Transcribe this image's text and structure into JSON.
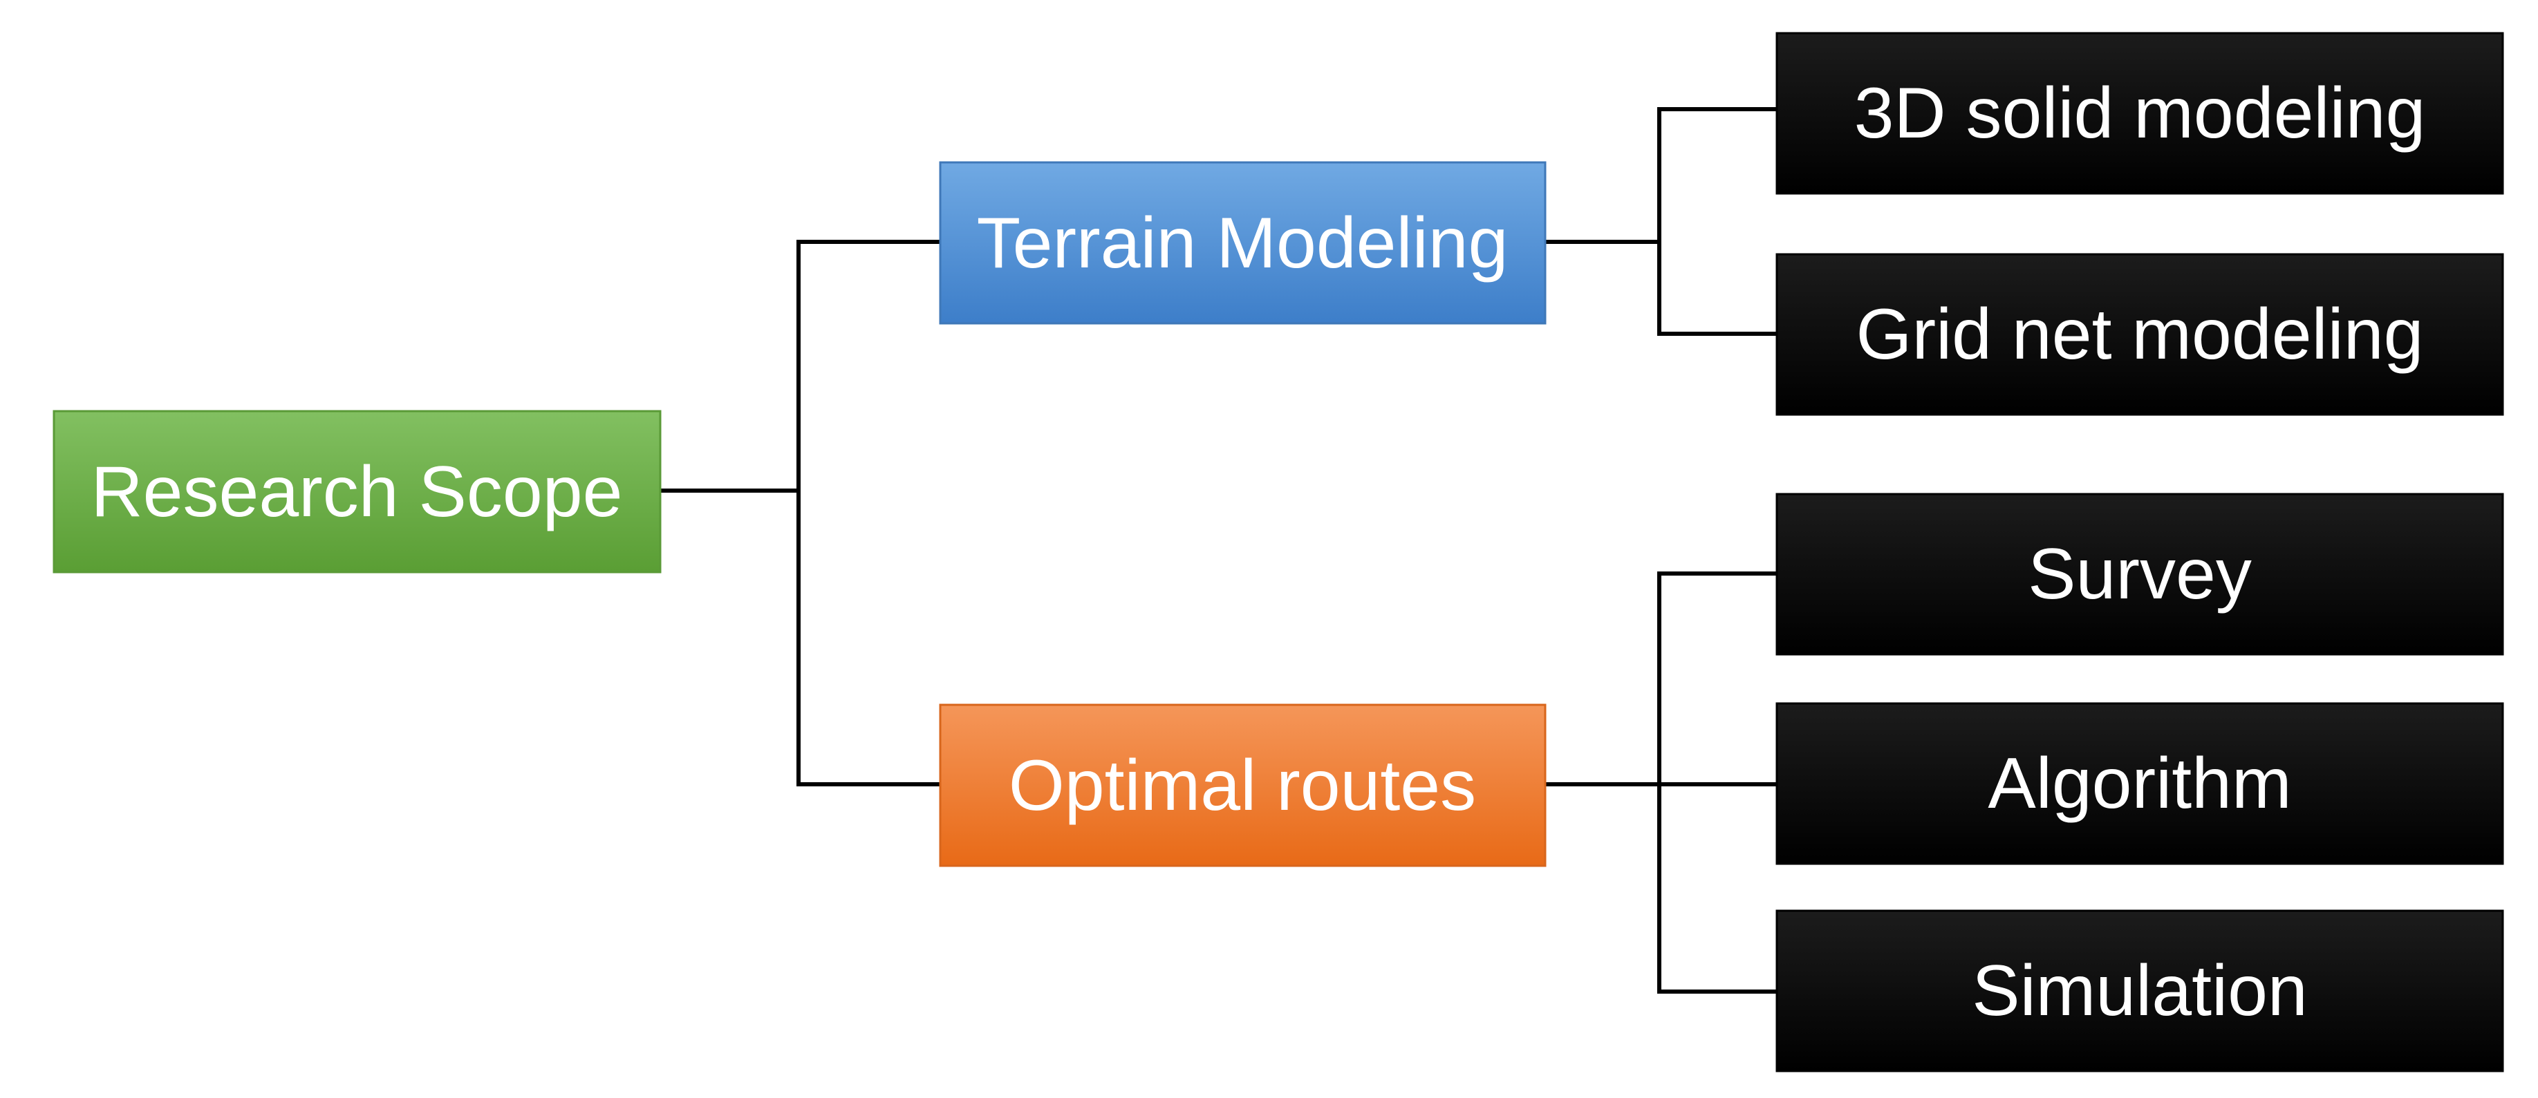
{
  "root": {
    "label": "Research Scope",
    "color": "#6aad45"
  },
  "branches": [
    {
      "label": "Terrain Modeling",
      "color": "#4f8fd6",
      "children": [
        {
          "label": "3D solid modeling"
        },
        {
          "label": "Grid net modeling"
        }
      ]
    },
    {
      "label": "Optimal routes",
      "color": "#f07b2a",
      "children": [
        {
          "label": "Survey"
        },
        {
          "label": "Algorithm"
        },
        {
          "label": "Simulation"
        }
      ]
    }
  ],
  "leaf_color": "#000000"
}
